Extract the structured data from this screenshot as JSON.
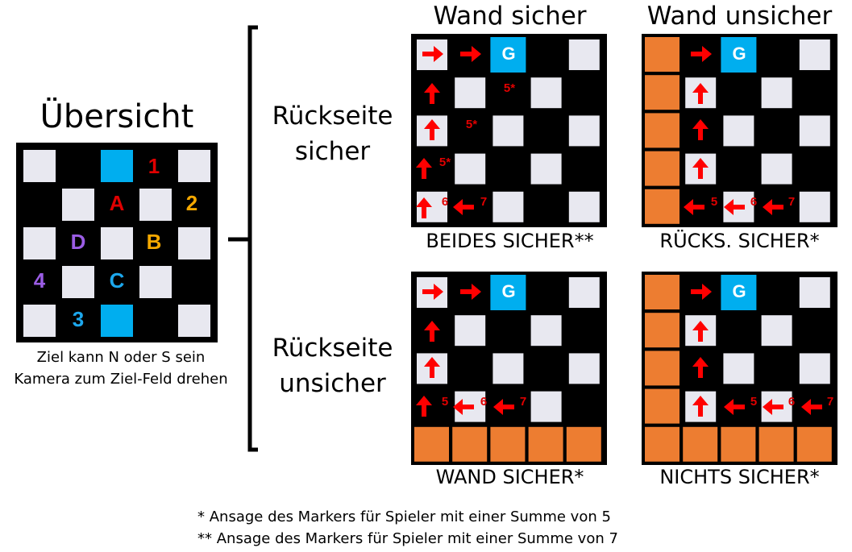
{
  "overview": {
    "title": "Übersicht",
    "markers": [
      {
        "label": "1",
        "color": "#e00000"
      },
      {
        "label": "2",
        "color": "#f5a800"
      },
      {
        "label": "A",
        "color": "#e00000"
      },
      {
        "label": "D",
        "color": "#9b5de5"
      },
      {
        "label": "B",
        "color": "#f5a800"
      },
      {
        "label": "4",
        "color": "#9b5de5"
      },
      {
        "label": "C",
        "color": "#1ca7ec"
      },
      {
        "label": "3",
        "color": "#1ca7ec"
      }
    ],
    "hint_line1": "Ziel kann N oder S sein",
    "hint_line2": "Kamera zum Ziel-Feld drehen"
  },
  "column_headers": {
    "wall_safe": "Wand sicher",
    "wall_unsafe": "Wand unsicher"
  },
  "row_headers": {
    "back_safe_line1": "Rückseite",
    "back_safe_line2": "sicher",
    "back_unsafe_line1": "Rückseite",
    "back_unsafe_line2": "unsicher"
  },
  "goal_label": "G",
  "captions": {
    "both_safe": "BEIDES SICHER**",
    "back_safe": "RÜCKS. SICHER*",
    "wall_safe": "WAND SICHER*",
    "nothing_safe": "NICHTS SICHER*"
  },
  "step_labels": [
    "5*",
    "6",
    "7",
    "5"
  ],
  "footnotes": {
    "one_star": "*   Ansage des Markers für Spieler mit einer Summe von 5",
    "two_star": "** Ansage des Markers für Spieler mit einer Summe von 7"
  },
  "colors": {
    "light_cell": "#e8e8f0",
    "dark_cell": "#000000",
    "goal_cell": "#00aeef",
    "hazard_cell": "#ed7d31",
    "arrow": "#ff0000",
    "step_text": "#e00000"
  }
}
